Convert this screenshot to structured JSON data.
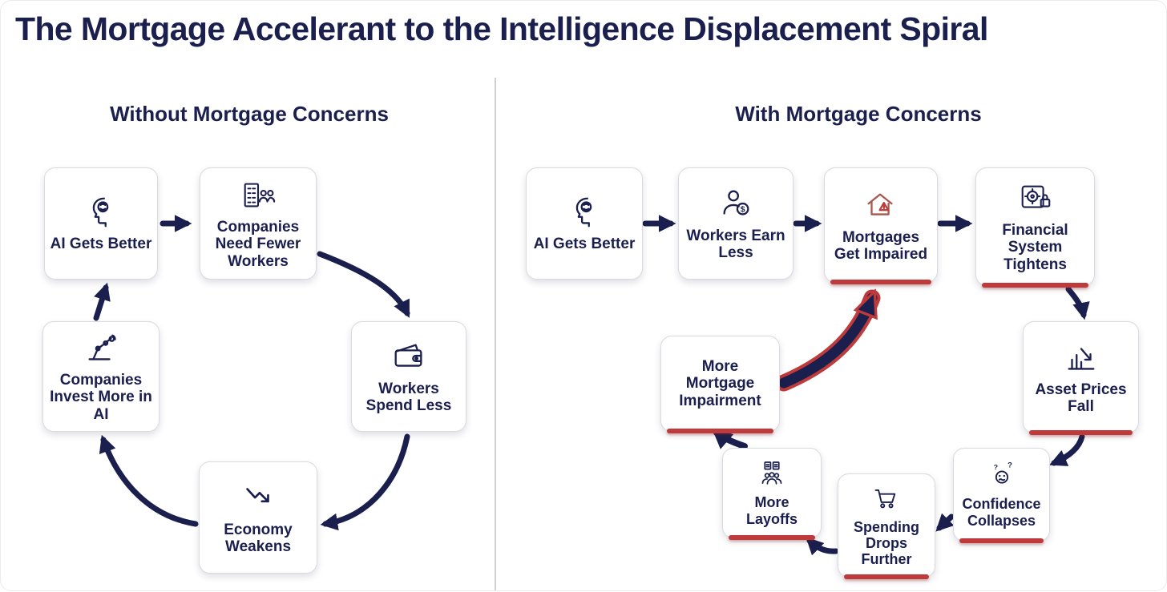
{
  "title": "The Mortgage Accelerant to the Intelligence Displacement Spiral",
  "colors": {
    "ink": "#1b1f4e",
    "accent": "#bf3a3a",
    "box_border": "#d9d9de",
    "background": "#ffffff",
    "divider": "#cfcfd4"
  },
  "left_panel": {
    "heading": "Without Mortgage Concerns",
    "nodes": [
      {
        "label": "AI Gets Better",
        "icon": "ai-brain-icon",
        "impaired": false
      },
      {
        "label": "Companies Need Fewer Workers",
        "icon": "company-workers-icon",
        "impaired": false
      },
      {
        "label": "Workers Spend Less",
        "icon": "wallet-icon",
        "impaired": false
      },
      {
        "label": "Economy Weakens",
        "icon": "decline-arrow-icon",
        "impaired": false
      },
      {
        "label": "Companies Invest More in AI",
        "icon": "robot-arm-icon",
        "impaired": false
      }
    ],
    "edges": [
      [
        "AI Gets Better",
        "Companies Need Fewer Workers"
      ],
      [
        "Companies Need Fewer Workers",
        "Workers Spend Less"
      ],
      [
        "Workers Spend Less",
        "Economy Weakens"
      ],
      [
        "Economy Weakens",
        "Companies Invest More in AI"
      ],
      [
        "Companies Invest More in AI",
        "AI Gets Better"
      ]
    ]
  },
  "right_panel": {
    "heading": "With Mortgage Concerns",
    "nodes": [
      {
        "label": "AI Gets Better",
        "icon": "ai-brain-icon",
        "impaired": false
      },
      {
        "label": "Workers Earn Less",
        "icon": "worker-earnings-icon",
        "impaired": false
      },
      {
        "label": "Mortgages Get Impaired",
        "icon": "house-warning-icon",
        "impaired": true
      },
      {
        "label": "Financial System Tightens",
        "icon": "safe-lock-icon",
        "impaired": true
      },
      {
        "label": "Asset Prices Fall",
        "icon": "chart-down-icon",
        "impaired": true
      },
      {
        "label": "Confidence Collapses",
        "icon": "worried-person-icon",
        "impaired": true
      },
      {
        "label": "Spending Drops Further",
        "icon": "cart-icon",
        "impaired": true
      },
      {
        "label": "More Layoffs",
        "icon": "layoffs-icon",
        "impaired": true
      },
      {
        "label": "More Mortgage Impairment",
        "icon": null,
        "impaired": true
      }
    ],
    "edges": [
      [
        "AI Gets Better",
        "Workers Earn Less"
      ],
      [
        "Workers Earn Less",
        "Mortgages Get Impaired"
      ],
      [
        "Mortgages Get Impaired",
        "Financial System Tightens"
      ],
      [
        "Financial System Tightens",
        "Asset Prices Fall"
      ],
      [
        "Asset Prices Fall",
        "Confidence Collapses"
      ],
      [
        "Confidence Collapses",
        "Spending Drops Further"
      ],
      [
        "Spending Drops Further",
        "More Layoffs"
      ],
      [
        "More Layoffs",
        "More Mortgage Impairment"
      ],
      [
        "More Mortgage Impairment",
        "Mortgages Get Impaired"
      ]
    ]
  }
}
